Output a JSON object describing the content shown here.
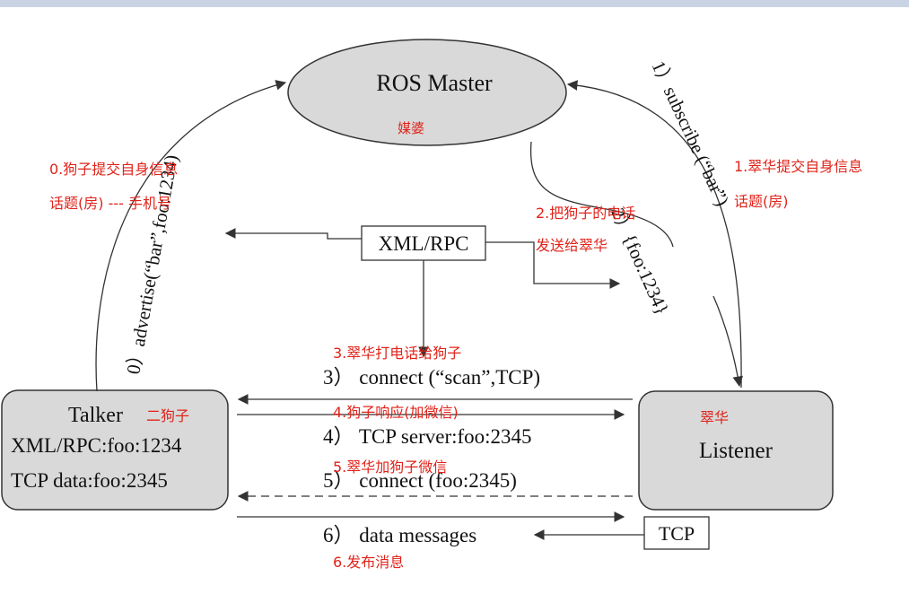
{
  "colors": {
    "node_fill": "#d9d9d9",
    "stroke": "#333333",
    "annotation": "#e0231a",
    "top_bar": "#c9d3e3"
  },
  "master": {
    "title": "ROS Master",
    "note": "媒婆"
  },
  "talker": {
    "title": "Talker",
    "note": "二狗子",
    "line1": "XML/RPC:foo:1234",
    "line2": "TCP data:foo:2345"
  },
  "listener": {
    "title": "Listener",
    "note": "翠华"
  },
  "xmlrpc_box": "XML/RPC",
  "tcp_box": "TCP",
  "edges": {
    "advertise": "0）advertise(“bar”,foo:1234)",
    "subscribe": "1）subscribe (“bar”)",
    "reply": "2）{foo:1234}",
    "connect_rpc": "3） connect (“scan”,TCP)",
    "tcp_server": "4） TCP server:foo:2345",
    "connect_tcp": "5） connect (foo:2345)",
    "data_messages": "6） data messages"
  },
  "annotations": {
    "step0_line1": "0.狗子提交自身信息",
    "step0_line2": "话题(房) --- 手机号",
    "step1_line1": "1.翠华提交自身信息",
    "step1_line2": "话题(房)",
    "step2_line1": "2.把狗子的电话",
    "step2_line2": "发送给翠华",
    "step3": "3.翠华打电话给狗子",
    "step4": "4.狗子响应(加微信)",
    "step5": "5.翠华加狗子微信",
    "step6": "6.发布消息"
  }
}
